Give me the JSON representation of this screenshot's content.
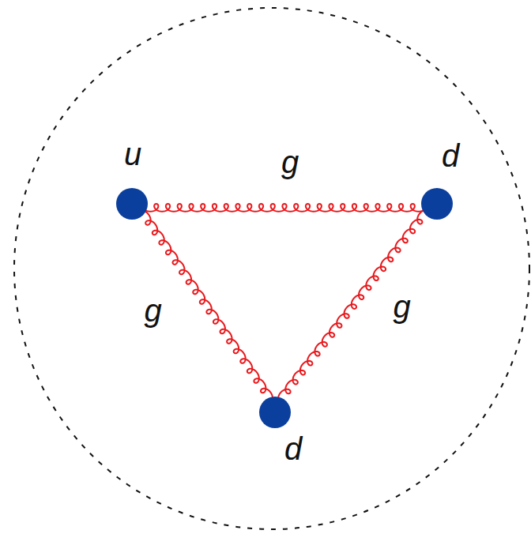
{
  "diagram": {
    "nodes": [
      {
        "text": [
          "u"
        ]
      },
      {
        "text": [
          "d"
        ]
      },
      {
        "text": [
          "d"
        ]
      }
    ],
    "edges": [
      {
        "from": 0,
        "to": 1,
        "label": "g",
        "arrow": "none"
      },
      {
        "from": 1,
        "to": 2,
        "label": "g",
        "arrow": "none"
      },
      {
        "from": 0,
        "to": 2,
        "label": "g",
        "arrow": "none"
      }
    ]
  }
}
